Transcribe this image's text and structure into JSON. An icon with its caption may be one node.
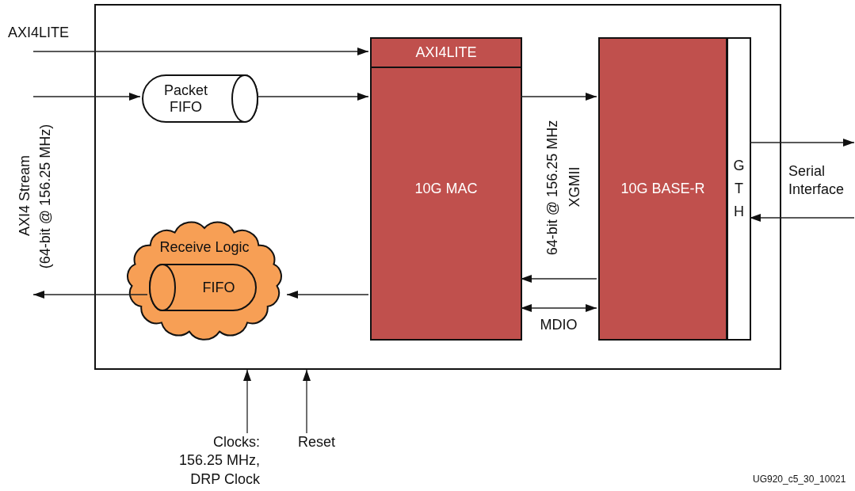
{
  "diagram": {
    "nodes": [
      {
        "text": [],
        "shape": "box"
      },
      {
        "text": [
          "Packet FIFO"
        ],
        "in": 0
      },
      {
        "text": [
          "Receive Logic"
        ],
        "in": 0
      },
      {
        "text": [
          "FIFO"
        ],
        "in": 2
      },
      {
        "text": [
          "10G MAC"
        ],
        "in": 0
      },
      {
        "text": [
          "AXI4LITE"
        ],
        "in": 4
      },
      {
        "text": [
          "10G BASE-R"
        ],
        "in": 0
      },
      {
        "text": [
          "GTH"
        ],
        "in": 0
      },
      {
        "text": [
          "Clocks: 156.25 MHz, DRP Clock"
        ]
      },
      {
        "text": [
          "Reset"
        ]
      }
    ],
    "edges": [
      {
        "from": null,
        "to": 5,
        "arrow": "to"
      },
      {
        "from": null,
        "to": 1,
        "arrow": "to"
      },
      {
        "from": 1,
        "to": 4,
        "arrow": "to"
      },
      {
        "from": 4,
        "to": 6,
        "arrow": "to"
      },
      {
        "from": 6,
        "to": 4,
        "arrow": "to"
      },
      {
        "from": 4,
        "to": 6,
        "arrow": "both",
        "label": "MDIO"
      },
      {
        "from": 4,
        "to": 2,
        "arrow": "to"
      },
      {
        "from": 3,
        "to": null,
        "arrow": "to"
      },
      {
        "from": 7,
        "to": null,
        "arrow": "to"
      },
      {
        "from": null,
        "to": 7,
        "arrow": "to"
      },
      {
        "from": 8,
        "to": 0,
        "arrow": "to"
      },
      {
        "from": 9,
        "to": 0,
        "arrow": "to"
      }
    ],
    "labels": [
      "AXI4LITE",
      "AXI4 Stream",
      "(64-bit @ 156.25 MHz)",
      "64-bit @ 156.25 MHz",
      "XGMII",
      "Serial Interface",
      "UG920_c5_30_10021"
    ]
  }
}
